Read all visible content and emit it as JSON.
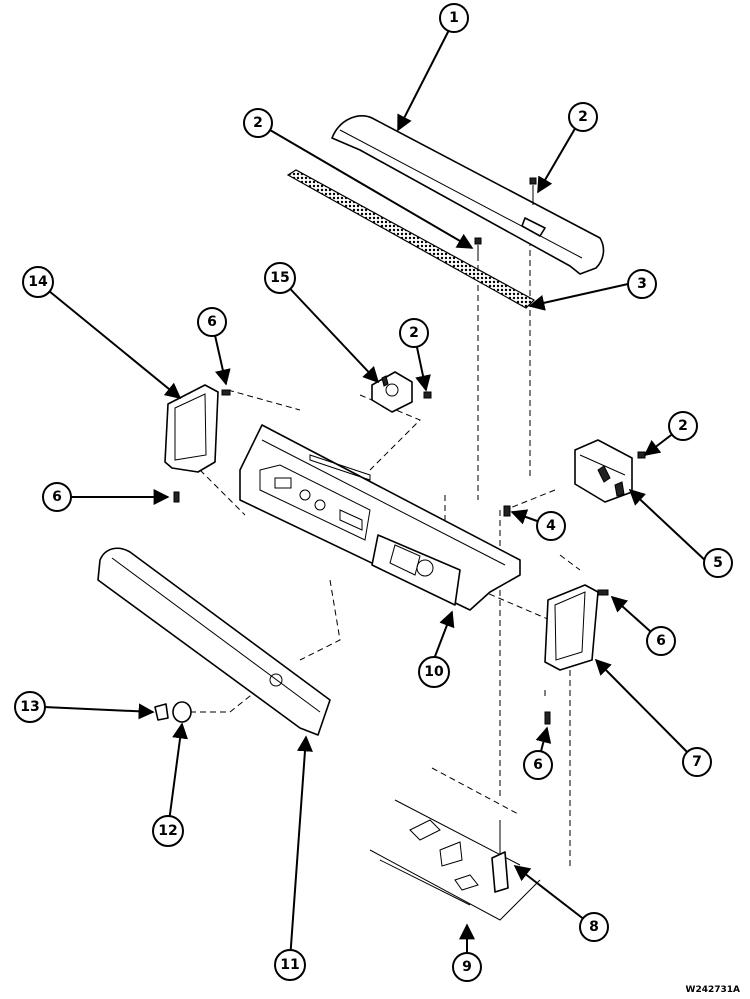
{
  "figure_code": "W242731A",
  "callouts": [
    "1",
    "2",
    "2",
    "3",
    "14",
    "15",
    "6",
    "2",
    "2",
    "6",
    "4",
    "5",
    "10",
    "6",
    "7",
    "13",
    "12",
    "11",
    "6",
    "8",
    "9"
  ]
}
